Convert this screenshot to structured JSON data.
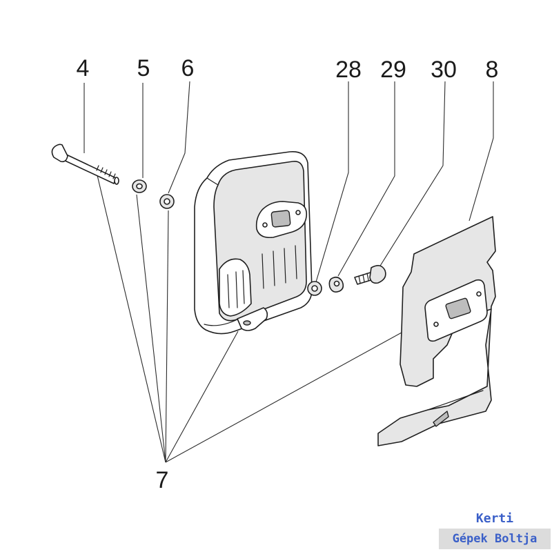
{
  "callouts": {
    "c4": "4",
    "c5": "5",
    "c6": "6",
    "c28": "28",
    "c29": "29",
    "c30": "30",
    "c8": "8",
    "c7": "7"
  },
  "watermark": {
    "line1": "Kerti",
    "line2": "Gépek Boltja",
    "color": "#3a5fc8"
  }
}
